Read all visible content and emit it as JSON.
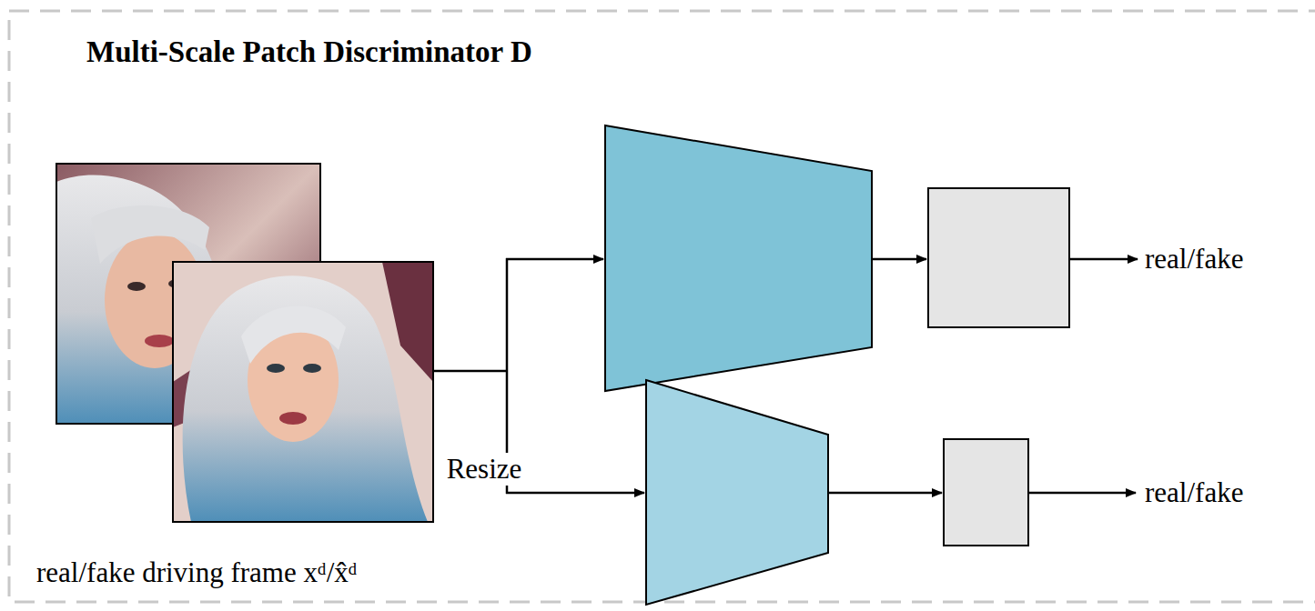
{
  "diagram": {
    "title": "Multi-Scale Patch Discriminator D",
    "labels": [
      "Resize",
      "real/fake",
      "real/fake",
      "real/fake driving frame xᵈ/x̂ᵈ"
    ]
  }
}
